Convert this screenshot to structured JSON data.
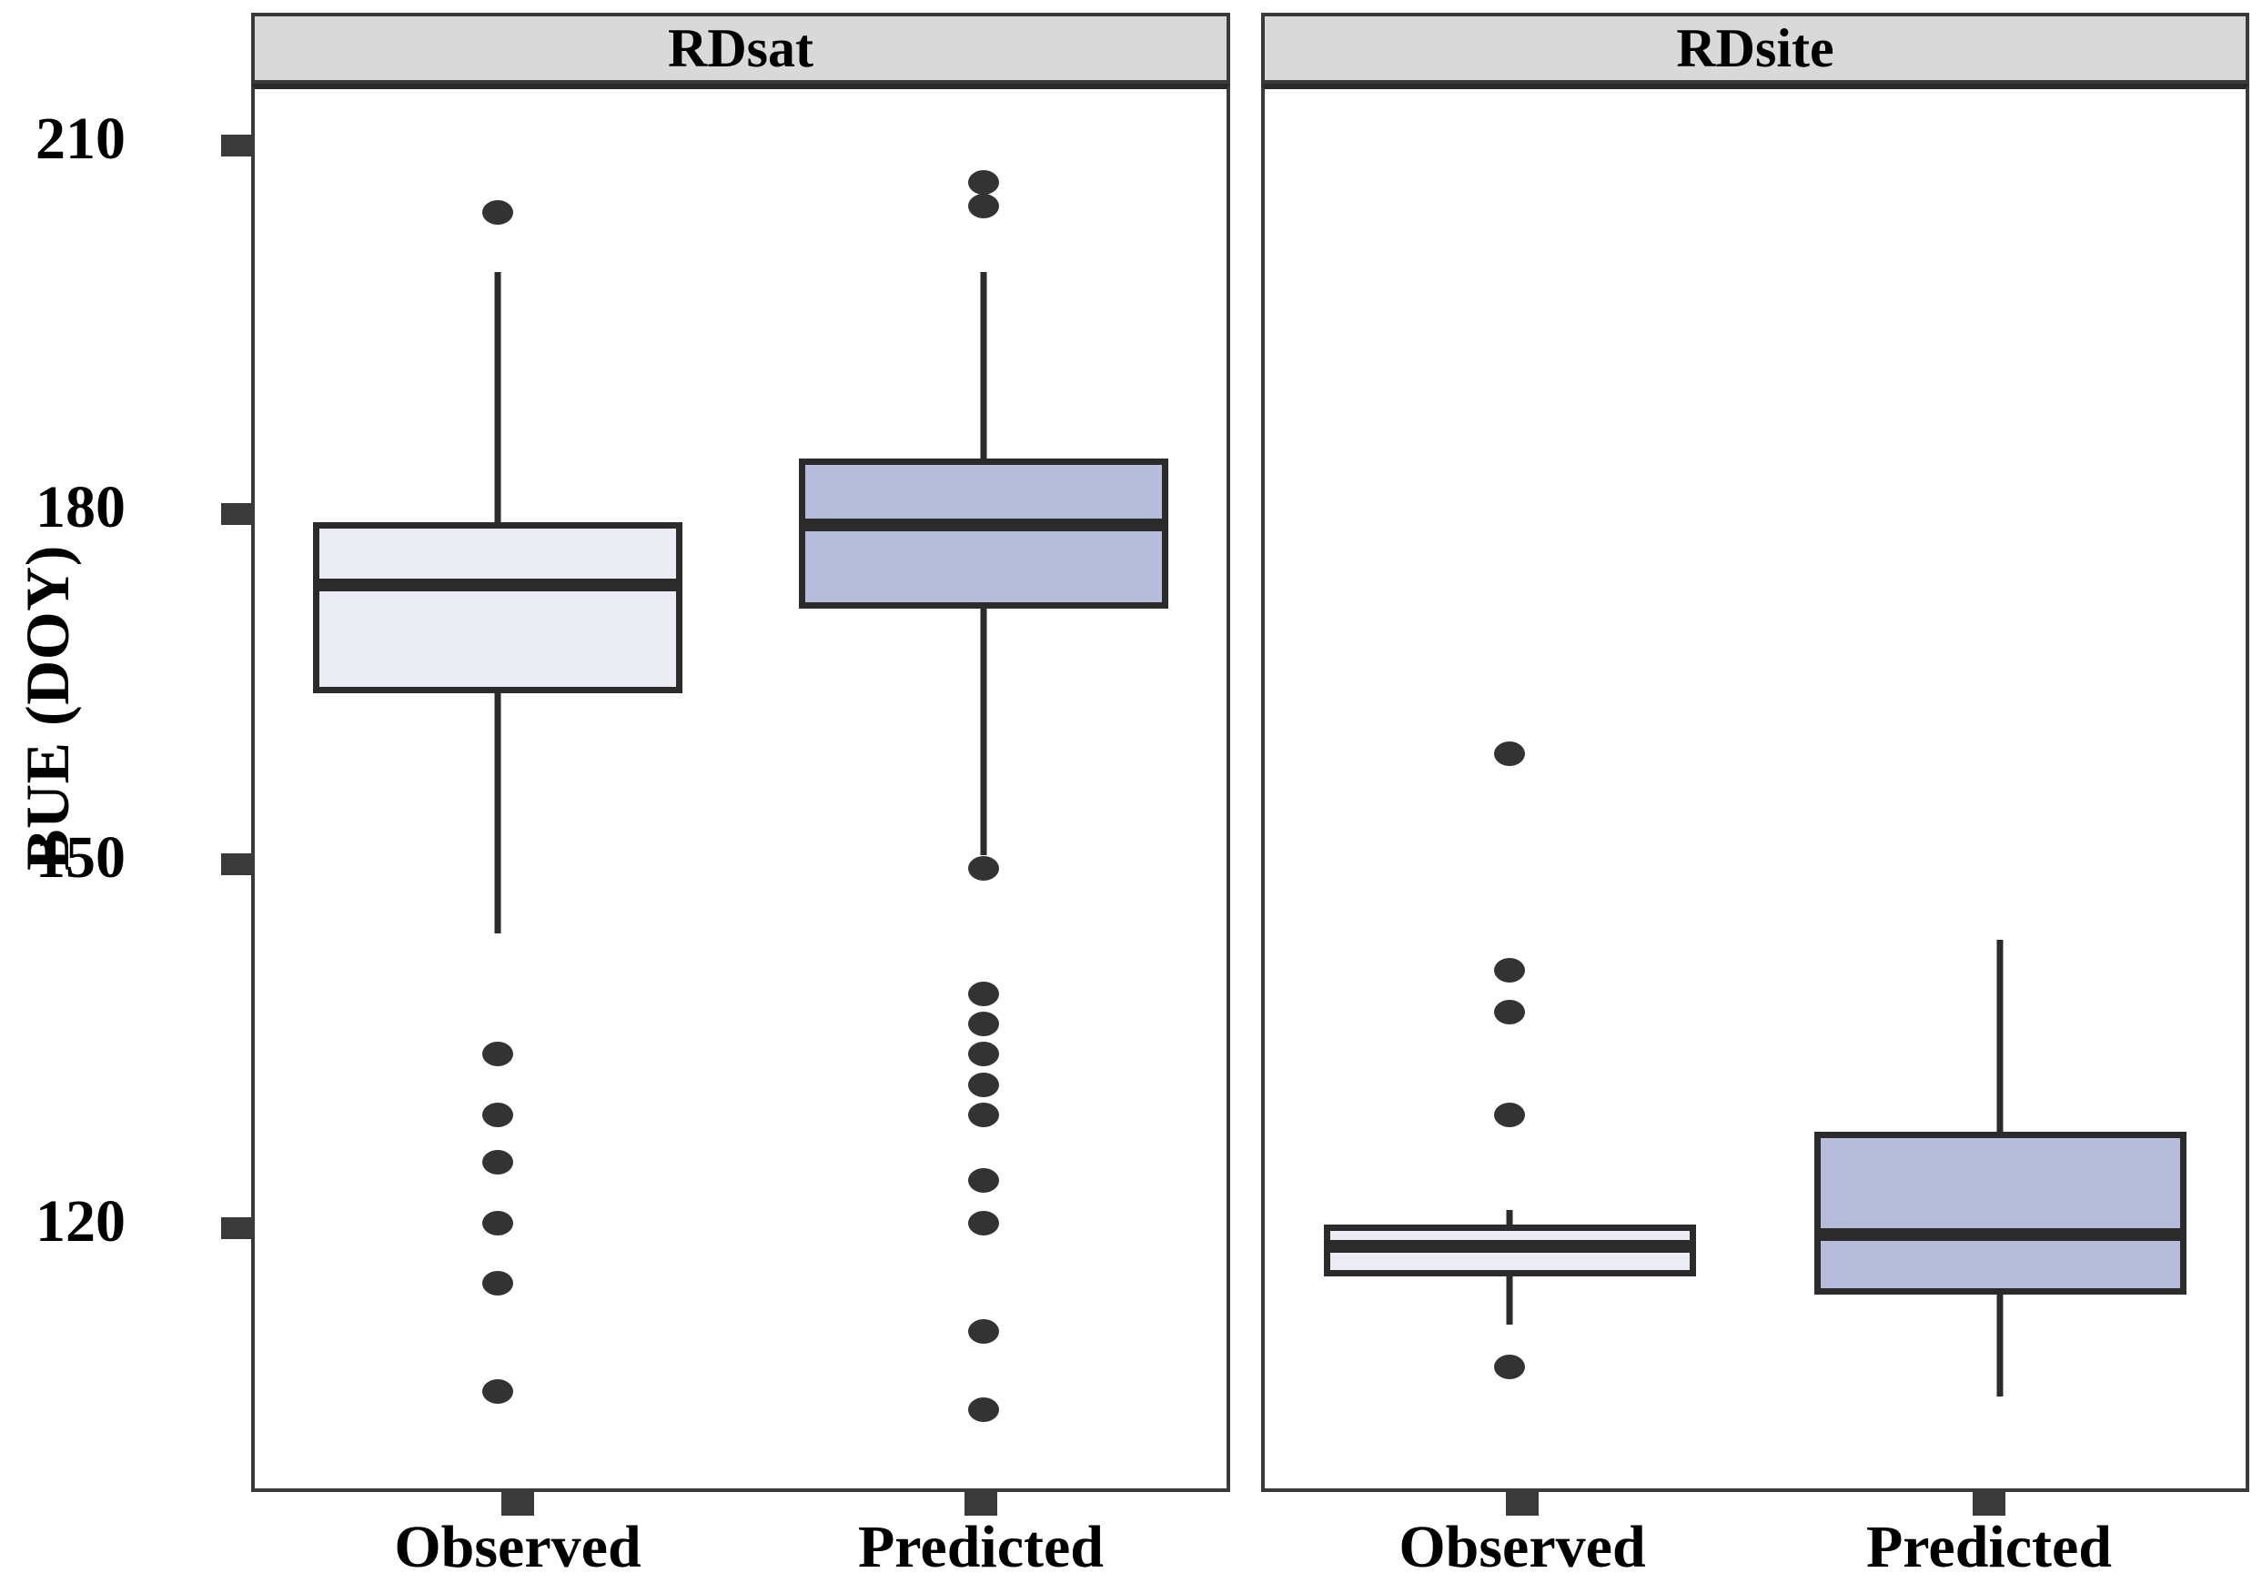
{
  "chart_data": {
    "type": "box",
    "title": "",
    "xlabel": "",
    "ylabel": "BUE (DOY)",
    "ylim": [
      102,
      213
    ],
    "yticks": [
      210,
      180,
      150,
      120
    ],
    "grid": false,
    "legend": "none",
    "facet_labels": [
      "RDsat",
      "RDsite"
    ],
    "categories": [
      "Observed",
      "Predicted"
    ],
    "colors": {
      "observed_fill": "#ececf4",
      "predicted_fill": "#b7bcdb",
      "line": "#2b2b2b",
      "strip_fill": "#d9d9d9",
      "outlier": "#333333",
      "panel_bg": "#ffffff"
    },
    "panels": [
      {
        "label": "RDsat",
        "boxes": [
          {
            "category": "Observed",
            "fill": "#ececf4",
            "q1": 166.0,
            "median": 175.0,
            "q3": 180.2,
            "whisker_low": 146.0,
            "whisker_high": 201.0,
            "outliers": [
              206.0,
              136.0,
              131.0,
              127.0,
              122.0,
              117.0,
              108.0
            ]
          },
          {
            "category": "Predicted",
            "fill": "#b7bcdb",
            "q1": 173.0,
            "median": 180.0,
            "q3": 185.5,
            "whisker_low": 152.5,
            "whisker_high": 201.0,
            "outliers": [
              208.5,
              206.5,
              151.5,
              141.0,
              138.5,
              136.0,
              133.5,
              131.0,
              125.5,
              122.0,
              113.0,
              106.5
            ]
          }
        ]
      },
      {
        "label": "RDsite",
        "boxes": [
          {
            "category": "Observed",
            "fill": "#ececf4",
            "q1": 117.5,
            "median": 120.0,
            "q3": 121.8,
            "whisker_low": 113.5,
            "whisker_high": 123.0,
            "outliers": [
              161.0,
              143.0,
              139.5,
              131.0,
              110.0
            ]
          },
          {
            "category": "Predicted",
            "fill": "#b7bcdb",
            "q1": 116.0,
            "median": 121.0,
            "q3": 129.5,
            "whisker_low": 107.5,
            "whisker_high": 145.5,
            "outliers": []
          }
        ]
      }
    ]
  },
  "axis": {
    "y_title": "BUE (DOY)",
    "y_ticks": [
      "210",
      "180",
      "150",
      "120"
    ],
    "x_ticks": [
      "Observed",
      "Predicted"
    ]
  },
  "panels": {
    "left_strip": "RDsat",
    "right_strip": "RDsite"
  }
}
